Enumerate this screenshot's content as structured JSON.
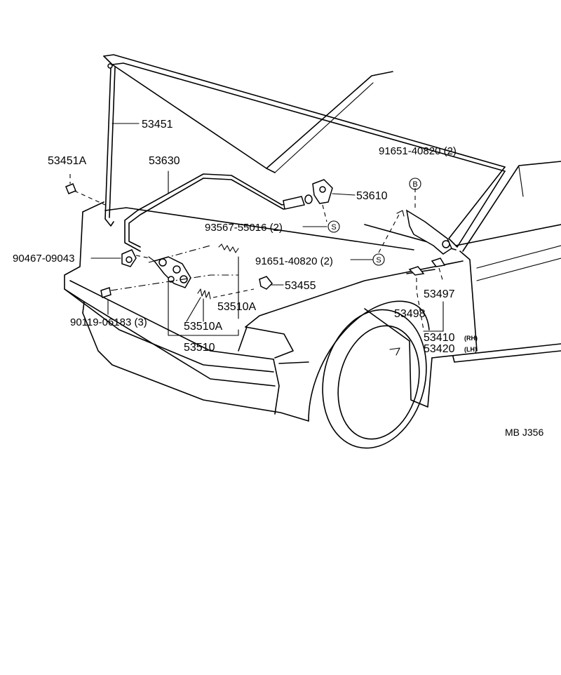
{
  "figure_ref": "MB J356",
  "labels": {
    "p53451": "53451",
    "p53451a": "53451A",
    "p53630": "53630",
    "p91651_top": "91651-40820 (2)",
    "p53610": "53610",
    "p93567": "93567-55016 (2)",
    "p90467": "90467-09043",
    "p91651_mid": "91651-40820 (2)",
    "p53455": "53455",
    "p53510a_1": "53510A",
    "p53497": "53497",
    "p53498": "53498",
    "p90119": "90119-06183 (3)",
    "p53510a_2": "53510A",
    "p53410": "53410",
    "p53410_side": "(RH)",
    "p53510": "53510",
    "p53420": "53420",
    "p53420_side": "(LH)"
  },
  "symbols": {
    "b": "B",
    "s": "S"
  }
}
